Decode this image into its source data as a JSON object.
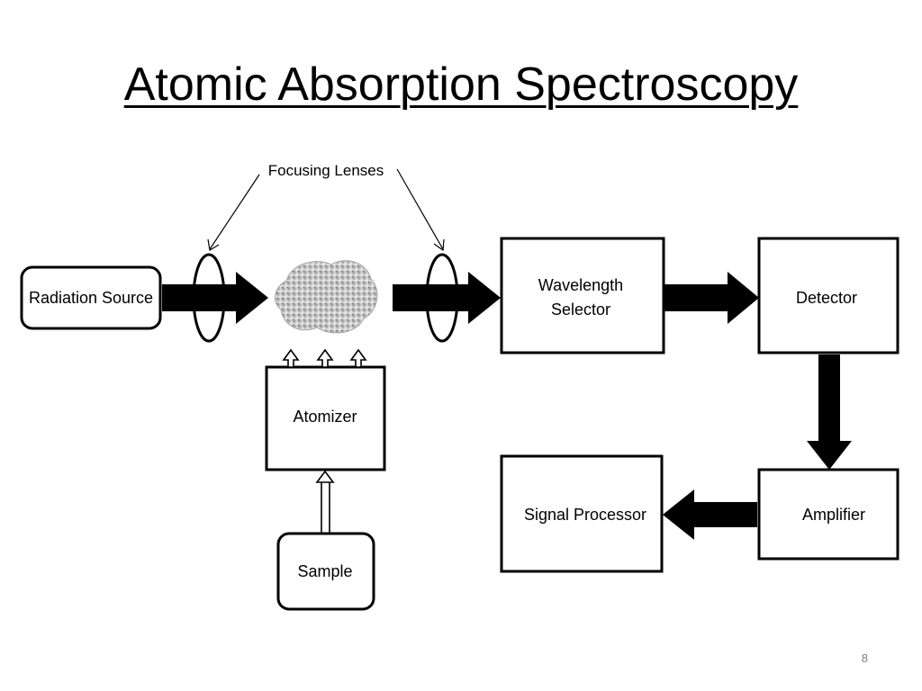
{
  "title": "Atomic Absorption Spectroscopy",
  "page_number": "8",
  "callout": "Focusing Lenses",
  "nodes": {
    "radiation_source": "Radiation Source",
    "wavelength_selector_line1": "Wavelength",
    "wavelength_selector_line2": "Selector",
    "detector": "Detector",
    "atomizer": "Atomizer",
    "sample": "Sample",
    "amplifier": "Amplifier",
    "signal_processor": "Signal Processor"
  }
}
